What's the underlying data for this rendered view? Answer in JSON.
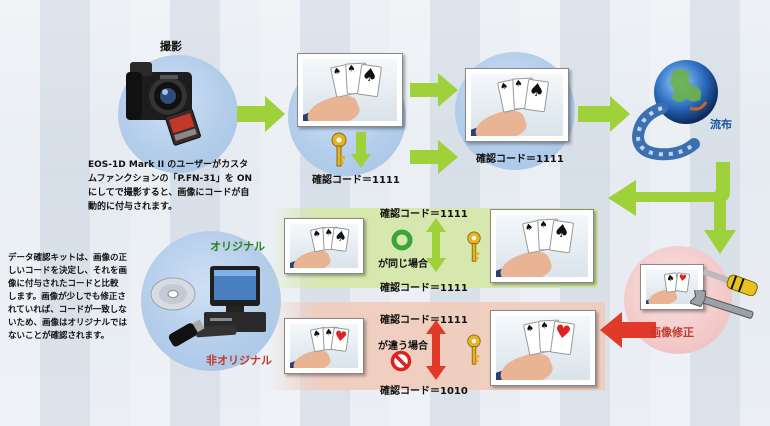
{
  "labels": {
    "shooting": "撮影",
    "distribution": "流布",
    "retouch": "画像修正",
    "original": "オリジナル",
    "non_original": "非オリジナル"
  },
  "codes": {
    "code_top": "確認コード＝1111",
    "code_mid": "確認コード＝1111",
    "code_right1": "確認コード＝1111",
    "orig_top": "確認コード＝1111",
    "orig_bottom": "確認コード＝1111",
    "non_top": "確認コード＝1111",
    "non_bottom": "確認コード＝1010"
  },
  "compare": {
    "same": "が同じ場合",
    "different": "が違う場合"
  },
  "text": {
    "camera_desc": [
      "EOS-1D Mark II のユーザーがカスタ",
      "ムファンクションの「P.FN-31」を ON",
      "にしてで撮影すると、画像にコードが自",
      "動的に付与されます。"
    ],
    "kit_desc": [
      "データ確認キットは、画像の正",
      "しいコードを決定し、それを画",
      "像に付与されたコードと比較",
      "します。画像が少しでも修正さ",
      "れていれば、コードが一致しな",
      "いため、画像はオリジナルでは",
      "ないことが確認されます。"
    ]
  },
  "colors": {
    "arrow_green": "#9fd13a",
    "arrow_red": "#e23a2a",
    "label_green": "#2e7d1a",
    "label_red": "#c0392b",
    "link_blue": "#1a55a0"
  },
  "icons": [
    "camera-icon",
    "memory-card-icon",
    "key-icon",
    "globe-icon",
    "computer-icon",
    "cd-icon",
    "usb-key-icon",
    "screwdriver-icon",
    "wrench-icon",
    "ring-icon",
    "prohibit-icon"
  ]
}
